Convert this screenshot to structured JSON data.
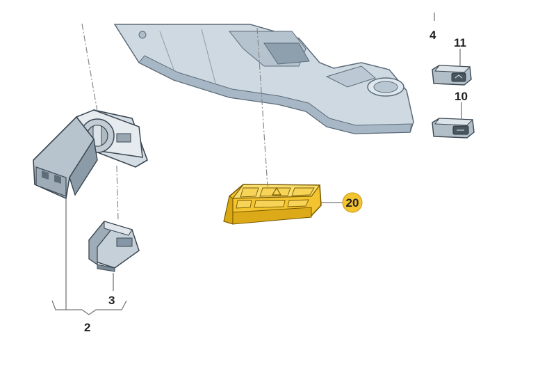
{
  "callouts": {
    "c2": "2",
    "c3": "3",
    "c4": "4",
    "c10": "10",
    "c11": "11",
    "c20": "20"
  },
  "colors": {
    "console": "#c9d4de",
    "console_shade": "#9fb0c0",
    "part_outline": "#3a4650",
    "highlight": "#f4c430",
    "highlight_dark": "#c99a10",
    "callout_badge": "#f4c430"
  },
  "parts": {
    "p2": "light-switch-assembly",
    "p3": "switch-module",
    "p10": "small-push-switch",
    "p11": "small-push-switch",
    "p20": "center-console-switch-panel"
  }
}
